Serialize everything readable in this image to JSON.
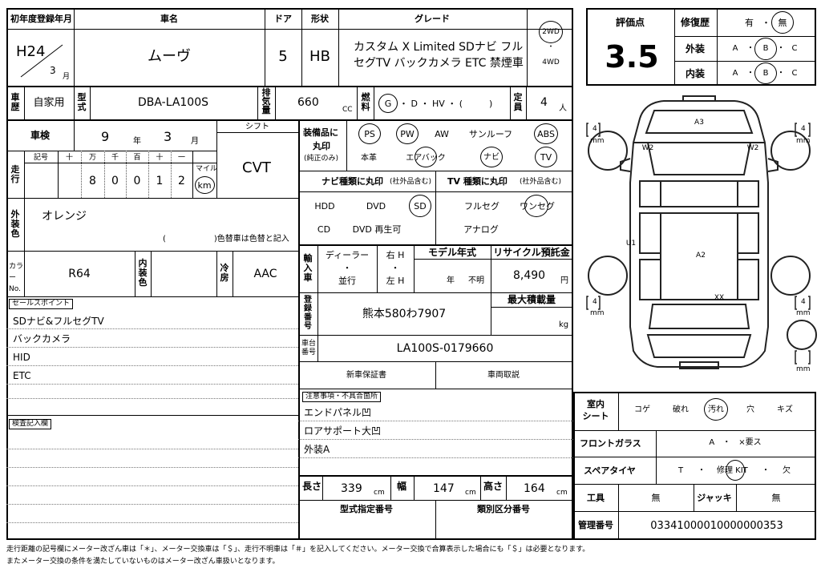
{
  "header": {
    "first_reg_label": "初年度登録年月",
    "first_reg_era": "H24",
    "first_reg_month": "3",
    "month_unit": "月",
    "car_name_label": "車名",
    "car_name": "ムーヴ",
    "doors_label": "ドア",
    "doors": "5",
    "shape_label": "形状",
    "shape": "HB",
    "grade_label": "グレード",
    "grade_line1": "カスタム X Limited SDナビ フル",
    "grade_line2": "セグTV バックカメラ ETC 禁煙車",
    "drive_2wd": "2WD",
    "drive_dot": "・",
    "drive_4wd": "4WD"
  },
  "score": {
    "label": "評価点",
    "value": "3.5",
    "repair_label": "修復歴",
    "repair_yes": "有",
    "repair_no": "無",
    "dot": "・",
    "exterior_label": "外装",
    "interior_label": "内装",
    "grade_a": "A",
    "grade_b": "B",
    "grade_c": "C"
  },
  "row2": {
    "reg_type_label": "車歴",
    "reg_type": "自家用",
    "model_label": "型式",
    "model": "DBA-LA100S",
    "displacement_label": "排気量",
    "displacement": "660",
    "cc": "CC",
    "fuel_label": "燃料",
    "fuel_g": "G",
    "fuel_rest": "・ D ・ HV ・ (　　　)",
    "capacity_label": "定員",
    "capacity": "4",
    "capacity_unit": "人"
  },
  "inspection": {
    "label": "車検",
    "year": "9",
    "year_unit": "年",
    "month": "3",
    "month_unit": "月",
    "shift_label": "シフト",
    "shift": "CVT"
  },
  "mileage": {
    "label": "走行",
    "headers": [
      "記号",
      "十",
      "万",
      "千",
      "百",
      "十",
      "一"
    ],
    "digits": [
      "",
      "",
      "8",
      "0",
      "0",
      "1",
      "2"
    ],
    "unit_mile": "マイル",
    "unit_km": "km"
  },
  "exterior_color": {
    "label": "外装色",
    "value": "オレンジ",
    "note": "(　　　　　　)色替車は色替と記入"
  },
  "color_no": {
    "label": "カラーNo.",
    "value": "R64",
    "interior_color_label": "内装色",
    "ac_label": "冷房",
    "ac": "AAC"
  },
  "sales_points": {
    "label": "セールスポイント",
    "items": [
      "SDナビ&フルセグTV",
      "バックカメラ",
      "HID",
      "ETC"
    ]
  },
  "inspection_notes": {
    "label": "検査記入欄"
  },
  "equipment": {
    "label1": "装備品に",
    "label2": "丸印",
    "label3": "(純正のみ)",
    "row1": [
      "PS",
      "PW",
      "AW",
      "サンルーフ",
      "ABS"
    ],
    "row2": [
      "本革",
      "エアバック",
      "ナビ",
      "TV"
    ]
  },
  "navi": {
    "label": "ナビ種類に丸印",
    "label_note": "(社外品含む)",
    "options": [
      "HDD",
      "DVD",
      "SD",
      "CD",
      "DVD 再生可"
    ]
  },
  "tv": {
    "label": "TV 種類に丸印",
    "label_note": "(社外品含む)",
    "options": [
      "フルセグ",
      "ワンセグ",
      "アナログ"
    ]
  },
  "import": {
    "label": "輸入車",
    "dealer": "ディーラー",
    "dot": "・",
    "parallel": "並行",
    "right_h": "右 H",
    "left_h": "左 H"
  },
  "model_year": {
    "label": "モデル年式",
    "year_unit": "年",
    "unknown": "不明"
  },
  "recycle": {
    "label": "リサイクル預託金",
    "value": "8,490",
    "unit": "円"
  },
  "registration": {
    "label": "登録番号",
    "value": "熊本580わ7907",
    "max_load_label": "最大積載量",
    "kg": "kg"
  },
  "chassis": {
    "label": "車台番号",
    "value": "LA100S-0179660"
  },
  "docs": {
    "warranty": "新車保証書",
    "manual": "車両取説"
  },
  "notices": {
    "label": "注意事項・不具合箇所",
    "items": [
      "エンドパネル凹",
      "ロアサポート大凹",
      "外装A"
    ]
  },
  "dimensions": {
    "length_label": "長さ",
    "length": "339",
    "width_label": "幅",
    "width": "147",
    "height_label": "高さ",
    "height": "164",
    "unit": "cm",
    "type_cert_label": "型式指定番号",
    "class_label": "類別区分番号"
  },
  "diagram": {
    "labels": [
      "A3",
      "W2",
      "W2",
      "U1",
      "A2",
      "XX"
    ],
    "tire": "4",
    "mm": "mm"
  },
  "interior_sheet": {
    "label1": "室内",
    "label2": "シート",
    "options": [
      "コゲ",
      "破れ",
      "汚れ",
      "穴",
      "キズ"
    ]
  },
  "windshield": {
    "label": "フロントガラス",
    "value": "A　・　×要ス"
  },
  "spare_tire": {
    "label": "スペアタイヤ",
    "t": "T",
    "dot": "・",
    "kit": "修理 KIT",
    "missing": "欠"
  },
  "tools": {
    "label": "工具",
    "value": "無",
    "jack_label": "ジャッキ",
    "jack": "無"
  },
  "management": {
    "label": "管理番号",
    "value": "03341000010000000353"
  },
  "footer": {
    "line1": "走行距離の記号欄にメーター改ざん車は「＊」、メーター交換車は「＄」、走行不明車は「＃」を記入してください。メーター交換で合算表示した場合にも「＄」は必要となります。",
    "line2": "またメーター交換の条件を満たしていないものはメーター改ざん車扱いとなります。"
  }
}
